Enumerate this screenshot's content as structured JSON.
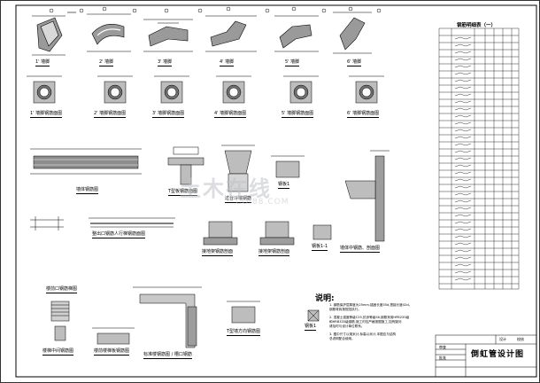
{
  "drawing": {
    "detail_labels": [
      "1' 墙脚",
      "2' 墙脚",
      "3' 墙脚",
      "4' 墙脚",
      "5' 墙脚",
      "6' 墙脚"
    ],
    "section_labels": [
      "1' 墙脚钢筋面图",
      "2' 墙脚钢筋面图",
      "3' 墙脚钢筋面图",
      "4' 墙脚钢筋面图",
      "5' 墙脚钢筋面图",
      "6' 墙脚钢筋面图"
    ],
    "middle_labels": [
      "墙体钢筋图",
      "T型板钢筋面图",
      "过台斗墙钢筋",
      "钢板1",
      "墙体中钢筋、剖面图",
      "整出口钢筋人行梯钢筋面图",
      "接地架钢筋剖面",
      "接地架钢筋剖面",
      "钢板1-1"
    ],
    "bottom_labels": [
      "楼前口钢筋梯图",
      "楼梯中间钢筋图",
      "楼前楼梯板钢筋图",
      "标准楼钢筋图 / 槽口钢筋",
      "T型墙方向钢筋图",
      "钢板1"
    ]
  },
  "table": {
    "title": "钢筋明细表（一）"
  },
  "notes": {
    "title": "说明:",
    "lines": [
      "1. 钢筋保护层厚度为25mm,锚固长度35d,搭接长度42d。",
      "   钢筋弯钩按规范执行。",
      "2. 混凝土强度等级C25,抗渗等级S6,钢筋采用HPB235级",
      "   和HRB335级钢筋,施工时应严格按图施工,如有疑问",
      "   请及时与设计单位联系。",
      "3. 图中尺寸以毫米计,标高以米计,本图应与结构",
      "   总说明配合使用。"
    ]
  },
  "title_block": {
    "drawing_title": "倒虹管设计图",
    "fields": [
      "设计",
      "校核",
      "审查",
      "批准"
    ]
  },
  "watermark": {
    "main": "土木在线",
    "sub": "COI88.COM"
  }
}
